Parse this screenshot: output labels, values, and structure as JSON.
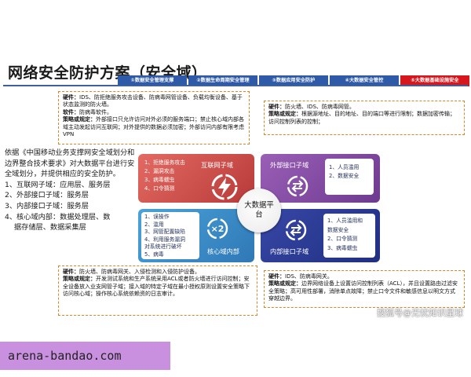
{
  "title": "网络安全防护方案（安全域）",
  "tabs": [
    {
      "label": "①数据安全管理支撑",
      "active": false
    },
    {
      "label": "②数据生命周期安全管理",
      "active": false
    },
    {
      "label": "③数据应用安全防护",
      "active": false
    },
    {
      "label": "④大数据安全管控",
      "active": false
    },
    {
      "label": "⑤大数据基础设施安全",
      "active": true
    }
  ],
  "note_top_left": {
    "hw_label": "硬件：",
    "hw_text": "IDS、防拒绝服务攻击设备、防病毒网管设备、负载均衡设备、基于状态监测的防火墙。",
    "sw_label": "软件：",
    "sw_text": "防病毒软件。",
    "policy_label": "策略或规定：",
    "policy_text": "外部接口只允许访问对外必须的服务端口；禁止核心域内部各域主动发起访问互联网；对外提供的数据必须加密；外部访问内部有限考虑VPN"
  },
  "note_top_right": {
    "hw_label": "硬件：",
    "hw_text": "防火墙、IDS、防病毒网管。",
    "policy_label": "策略或规定：",
    "policy_text": "根据源地址、目的地址、目的端口等进行限制；数据加密传输；访问控制列表的控制；"
  },
  "note_bottom_left": {
    "hw_label": "硬件：",
    "hw_text": "防火墙、防病毒网关、入侵检测和入侵防护设备。",
    "policy_label": "策略或规定：",
    "policy_text": "开发测试系统和生产系统采用ACL或者防火墙进行访问控制；安全设备放入业支网管子域；接入域的特定子域在最小授权原则设置安全策略下访问核心域；操作核心系统依赖资的日志审计。"
  },
  "note_bottom_right": {
    "hw_label": "硬件：",
    "hw_text": "IDS、防病毒网关。",
    "policy_label": "策略或规定：",
    "policy_text": "边界网络设备上设置访问控制列表（ACL），并且设置路由过滤安全策略；高可用性部署，消除单点故障；禁止口令文件和敏感信息以明文方式穿越边界。"
  },
  "intro": {
    "para": "依据《中国移动业务支撑网安全域划分和边界整合技术要求》对大数据平台进行安全域划分，并提供相应的安全防护。",
    "items": [
      "1、互联网子域：应用层、服务层",
      "2、外部接口子域：服务层",
      "3、内部接口子域：服务层",
      "4、核心域内部：数据处理层、数",
      "据存储层、数据采集层"
    ]
  },
  "quadrants": {
    "internet": {
      "label": "互联网子域",
      "items": [
        "1、拒绝服务攻击",
        "2、漏洞攻击",
        "3、病毒蠕虫",
        "4、口令猜测"
      ]
    },
    "external": {
      "label": "外部接口子域",
      "items": [
        "1、人员滥用",
        "2、数据安全"
      ]
    },
    "core": {
      "label": "核心域内部",
      "items": [
        "1、误操作",
        "2、滥用",
        "3、网管配置缺陷",
        "4、利用服务漏洞",
        "对系统进行破坏",
        "5、病毒"
      ]
    },
    "internal": {
      "label": "内部接口子域",
      "items": [
        "1、人员滥用和",
        "数据安全",
        "2、口令猜测",
        "3、病毒蠕虫"
      ]
    }
  },
  "center": {
    "label": "大数据平台"
  },
  "watermark": "搜狐号@无忧知识星球",
  "banner": "arena-bandao.com",
  "colors": {
    "tab": "#2f5aa8",
    "tab_active": "#d6181e",
    "note_border": "#d98628",
    "internet_quadrant": "#c94a47",
    "external_quadrant": "#7e4aa0",
    "core_quadrant": "#3a8cc8",
    "internal_quadrant": "#2a3890",
    "banner_bg": "#c990e0"
  },
  "icons": [
    "bolt-icon",
    "x2-icon",
    "exchange-icon"
  ]
}
